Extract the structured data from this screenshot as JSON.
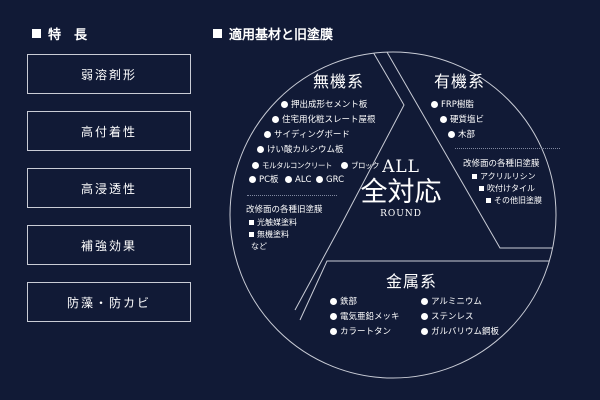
{
  "features": {
    "heading": "特　長",
    "items": [
      "弱溶剤形",
      "高付着性",
      "高浸透性",
      "補強効果",
      "防藻・防カビ"
    ]
  },
  "substrates": {
    "heading": "適用基材と旧塗膜",
    "center": {
      "top": "ALL",
      "main": "全対応",
      "bottom": "ROUND"
    },
    "inorganic": {
      "title": "無機系",
      "items": [
        "押出成形セメント板",
        "住宅用化粧スレート屋根",
        "サイディングボード",
        "けい酸カルシウム板",
        "モルタルコンクリート",
        "ブロック",
        "PC板",
        "ALC",
        "GRC"
      ],
      "old_coating_heading": "改修面の各種旧塗膜",
      "old_coatings": [
        "光触媒塗料",
        "無機塗料"
      ],
      "etc": "など"
    },
    "organic": {
      "title": "有機系",
      "items": [
        "FRP樹脂",
        "硬質塩ビ",
        "木部"
      ],
      "old_coating_heading": "改修面の各種旧塗膜",
      "old_coatings": [
        "アクリルリシン",
        "吹付けタイル",
        "その他旧塗膜"
      ]
    },
    "metal": {
      "title": "金属系",
      "items": [
        "鉄部",
        "電気亜鉛メッキ",
        "カラートタン",
        "アルミニウム",
        "ステンレス",
        "ガルバリウム鋼板"
      ]
    }
  },
  "colors": {
    "background": "#111a36",
    "line": "#c9ccd6"
  }
}
